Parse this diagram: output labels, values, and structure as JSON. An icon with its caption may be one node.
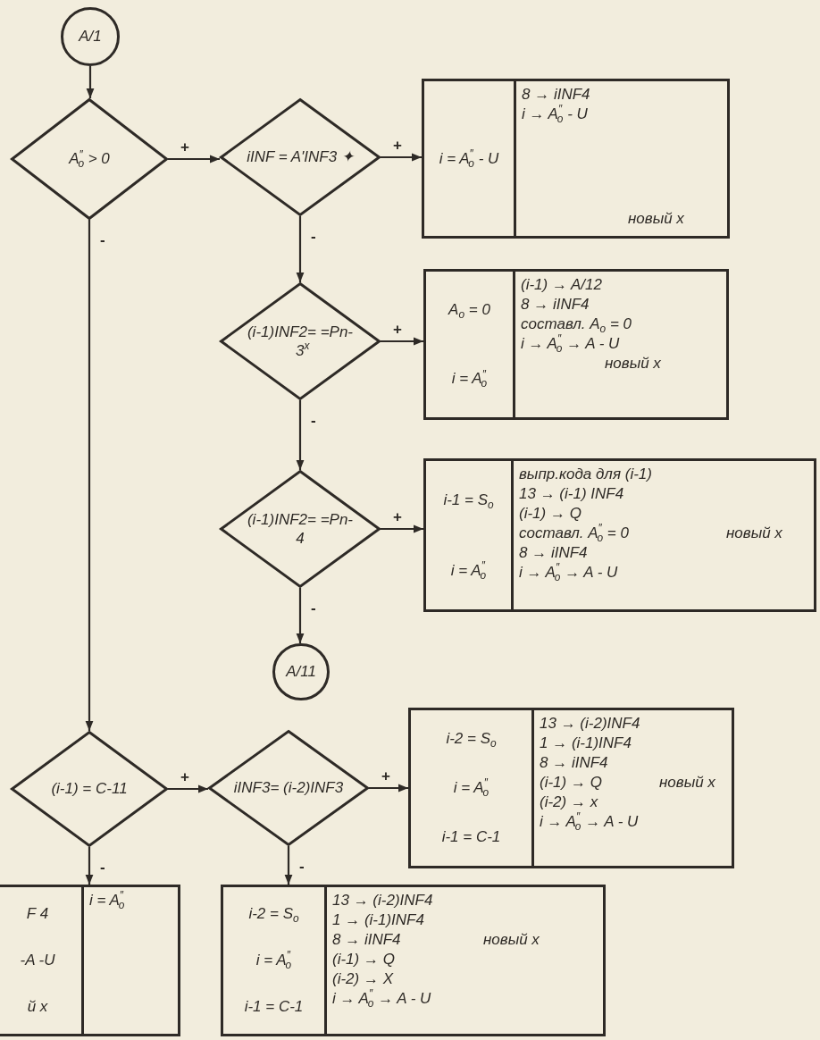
{
  "diagram": {
    "nodes": [
      {
        "text": [
          "A/1"
        ]
      },
      {
        "text": [
          "A$^{″}$$_{o}$ > 0"
        ]
      },
      {
        "text": [
          "iINF = A'INF3 ✦"
        ]
      },
      {
        "text": [
          "i = A$^{″}$$_{o}$ - U",
          "8 → iINF4",
          "i → A$^{″}$$_{o}$ - U",
          "новый x"
        ]
      },
      {
        "text": [
          "(i-1)INF2= =Pn-3$^{x}$"
        ]
      },
      {
        "text": [
          "A$_{o}$ = 0",
          "i = A$^{″}$$_{o}$",
          "(i-1) → A/12",
          "8 → iINF4",
          "составл. A$_{o}$ = 0",
          "i → A$^{″}$$_{o}$ → A - U",
          "новый x"
        ]
      },
      {
        "text": [
          "(i-1)INF2= =Pn-4"
        ]
      },
      {
        "text": [
          "i-1 = S$_{o}$",
          "i = A$^{″}$$_{o}$",
          "выпр.кода для (i-1)",
          "13 → (i-1) INF4",
          "(i-1) → Q",
          "составл. A$^{″}$$_{o}$ = 0",
          "новый x",
          "8 → iINF4",
          "i → A$^{″}$$_{o}$ → A - U"
        ]
      },
      {
        "text": [
          "A/11"
        ]
      },
      {
        "text": [
          "(i-1) = C-11"
        ]
      },
      {
        "text": [
          "iINF3= (i-2)INF3"
        ]
      },
      {
        "text": [
          "i-2 = S$_{o}$",
          "i = A$^{″}$$_{o}$",
          "i-1 = C-1",
          "13 → (i-2)INF4",
          "1 → (i-1)INF4",
          "8 → iINF4",
          "(i-1) → Q",
          "новый x",
          "(i-2) → x",
          "i → A$^{″}$$_{o}$ → A - U"
        ]
      },
      {
        "text": [
          "F 4",
          "-A -U",
          "й x",
          "i = A$^{″}$$_{o}$"
        ]
      },
      {
        "text": [
          "i-2 = S$_{o}$",
          "i = A$^{″}$$_{o}$",
          "i-1 = C-1",
          "13 → (i-2)INF4",
          "1 → (i-1)INF4",
          "8 → iINF4",
          "новый x",
          "(i-1) → Q",
          "(i-2) → X",
          "i → A$^{″}$$_{o}$ → A - U"
        ]
      }
    ],
    "edges": [
      {
        "from": 0,
        "to": 1,
        "arrow": "to"
      },
      {
        "from": 1,
        "to": 2,
        "arrow": "to",
        "label": "+"
      },
      {
        "from": 2,
        "to": 3,
        "arrow": "to",
        "label": "+"
      },
      {
        "from": 2,
        "to": 4,
        "arrow": "to",
        "label": "-"
      },
      {
        "from": 4,
        "to": 5,
        "arrow": "to",
        "label": "+"
      },
      {
        "from": 4,
        "to": 6,
        "arrow": "to",
        "label": "-"
      },
      {
        "from": 6,
        "to": 7,
        "arrow": "to",
        "label": "+"
      },
      {
        "from": 6,
        "to": 8,
        "arrow": "to",
        "label": "-"
      },
      {
        "from": 1,
        "to": 9,
        "arrow": "to",
        "label": "-"
      },
      {
        "from": 9,
        "to": 10,
        "arrow": "to",
        "label": "+"
      },
      {
        "from": 10,
        "to": 11,
        "arrow": "to",
        "label": "+"
      },
      {
        "from": 9,
        "to": 12,
        "arrow": "to",
        "label": "-"
      },
      {
        "from": 10,
        "to": 13,
        "arrow": "to",
        "label": "-"
      }
    ]
  }
}
